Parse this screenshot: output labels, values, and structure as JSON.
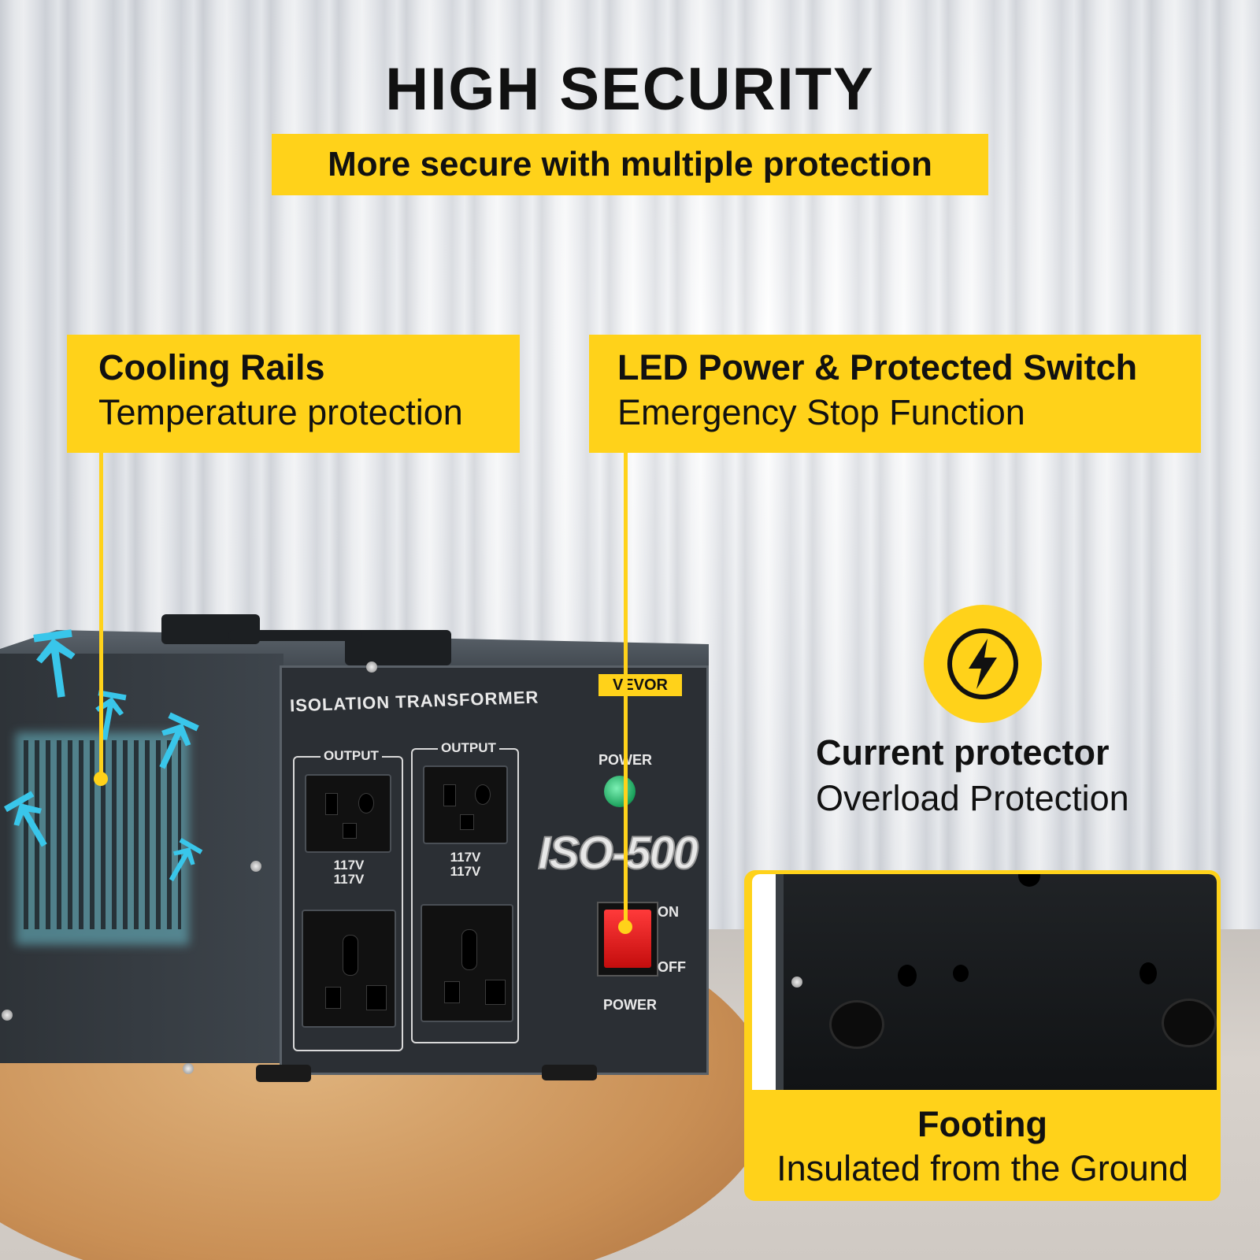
{
  "heading": {
    "title": "HIGH SECURITY",
    "subtitle": "More secure with multiple protection"
  },
  "callouts": {
    "cooling": {
      "title": "Cooling Rails",
      "subtitle": "Temperature protection"
    },
    "led_switch": {
      "title": "LED Power & Protected Switch",
      "subtitle": "Emergency Stop Function"
    },
    "current": {
      "title": "Current protector",
      "subtitle": "Overload Protection"
    },
    "footing": {
      "title": "Footing",
      "subtitle": "Insulated from the Ground"
    }
  },
  "product": {
    "brand": "VEVOR",
    "label": "ISOLATION TRANSFORMER",
    "model": "ISO-500",
    "output_label": "OUTPUT",
    "voltage_line1": "117V",
    "voltage_line2": "117V",
    "power_label": "POWER",
    "on_label": "ON",
    "off_label": "OFF"
  },
  "icons": {
    "current": "lightning-bolt-icon",
    "cooling": "airflow-arrow-icon"
  },
  "colors": {
    "accent": "#ffd21a",
    "airflow": "#39c6ea",
    "text": "#111111"
  }
}
